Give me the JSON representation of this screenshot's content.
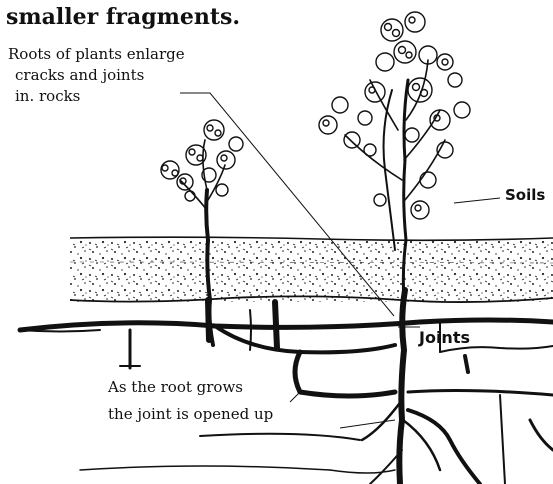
{
  "heading": "smaller fragments.",
  "labels": {
    "roots_lines": [
      "Roots of plants enlarge",
      "cracks and joints",
      "in. rocks"
    ],
    "soils": "Soils",
    "joints": "Joints",
    "root_grows_lines": [
      "As the root grows",
      "the joint is opened up"
    ]
  },
  "colors": {
    "ink": "#111111",
    "paper": "#ffffff"
  }
}
